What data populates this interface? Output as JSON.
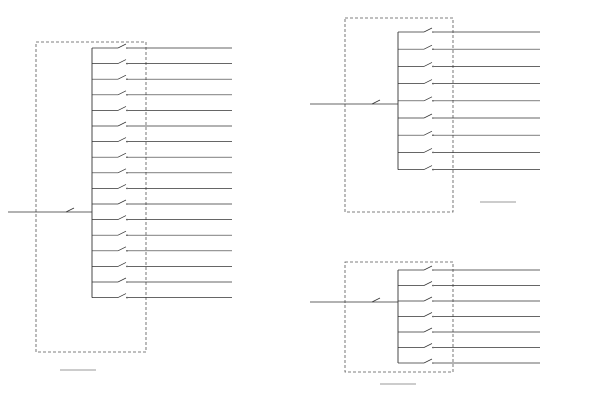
{
  "sheet": {
    "caption_left": "",
    "caption_right_top": "",
    "caption_right_bottom": ""
  },
  "diagrams": [
    {
      "name": "left-panel",
      "panel_tag": "",
      "incoming_label": "",
      "incoming_device": "",
      "incoming_note": "",
      "load_notes": [
        "",
        "",
        "",
        ""
      ],
      "footer_note": "",
      "caption": "",
      "circuits": [
        {
          "breaker": "",
          "cable": "",
          "device": "",
          "load": ""
        },
        {
          "breaker": "",
          "cable": "",
          "device": "",
          "load": ""
        },
        {
          "breaker": "",
          "cable": "",
          "device": "",
          "load": ""
        },
        {
          "breaker": "",
          "cable": "",
          "device": "",
          "load": ""
        },
        {
          "breaker": "",
          "cable": "",
          "device": "",
          "load": ""
        },
        {
          "breaker": "",
          "cable": "",
          "device": "",
          "load": ""
        },
        {
          "breaker": "",
          "cable": "",
          "device": "",
          "load": ""
        },
        {
          "breaker": "",
          "cable": "",
          "device": "",
          "load": ""
        },
        {
          "breaker": "",
          "cable": "",
          "device": "",
          "load": ""
        },
        {
          "breaker": "",
          "cable": "",
          "device": "",
          "load": ""
        },
        {
          "breaker": "",
          "cable": "",
          "device": "",
          "load": ""
        },
        {
          "breaker": "",
          "cable": "",
          "device": "",
          "load": ""
        },
        {
          "breaker": "",
          "cable": "",
          "device": "",
          "load": ""
        },
        {
          "breaker": "",
          "cable": "",
          "device": "",
          "load": ""
        },
        {
          "breaker": "",
          "cable": "",
          "device": "",
          "load": ""
        },
        {
          "breaker": "",
          "cable": "",
          "device": "",
          "load": ""
        },
        {
          "breaker": "",
          "cable": "",
          "device": "",
          "load": ""
        }
      ]
    },
    {
      "name": "right-top-panel",
      "panel_tag": "",
      "incoming_label": "",
      "incoming_device": "",
      "incoming_note": "",
      "load_notes": [
        "",
        "",
        ""
      ],
      "footer_note": "",
      "caption": "",
      "circuits": [
        {
          "breaker": "",
          "cable": "",
          "device": "",
          "load": ""
        },
        {
          "breaker": "",
          "cable": "",
          "device": "",
          "load": ""
        },
        {
          "breaker": "",
          "cable": "",
          "device": "",
          "load": ""
        },
        {
          "breaker": "",
          "cable": "",
          "device": "",
          "load": ""
        },
        {
          "breaker": "",
          "cable": "",
          "device": "",
          "load": ""
        },
        {
          "breaker": "",
          "cable": "",
          "device": "",
          "load": ""
        },
        {
          "breaker": "",
          "cable": "",
          "device": "",
          "load": ""
        },
        {
          "breaker": "",
          "cable": "",
          "device": "",
          "load": ""
        },
        {
          "breaker": "",
          "cable": "",
          "device": "",
          "load": ""
        }
      ]
    },
    {
      "name": "right-bottom-panel",
      "panel_tag": "",
      "incoming_label": "",
      "incoming_device": "",
      "incoming_note": "",
      "load_notes": [
        "",
        "",
        ""
      ],
      "footer_note": "",
      "caption": "",
      "circuits": [
        {
          "breaker": "",
          "cable": "",
          "device": "",
          "load": ""
        },
        {
          "breaker": "",
          "cable": "",
          "device": "",
          "load": ""
        },
        {
          "breaker": "",
          "cable": "",
          "device": "",
          "load": ""
        },
        {
          "breaker": "",
          "cable": "",
          "device": "",
          "load": ""
        },
        {
          "breaker": "",
          "cable": "",
          "device": "",
          "load": ""
        },
        {
          "breaker": "",
          "cable": "",
          "device": "",
          "load": ""
        },
        {
          "breaker": "",
          "cable": "",
          "device": "",
          "load": ""
        }
      ]
    }
  ],
  "colors": {
    "line": "#333333",
    "dash": "#555555",
    "text": "#222222",
    "background": "#ffffff"
  }
}
